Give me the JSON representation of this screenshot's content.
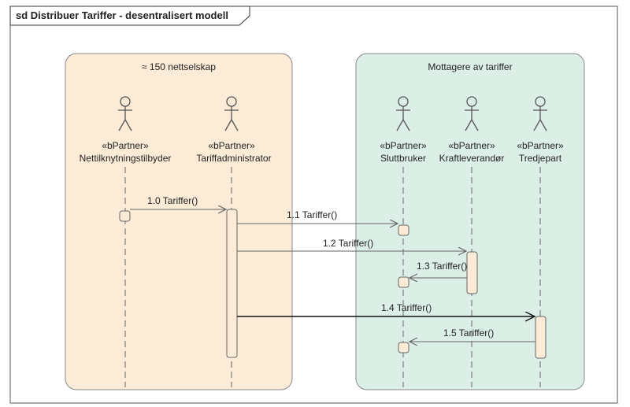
{
  "frame": {
    "title": "sd Distribuer Tariffer - desentralisert modell"
  },
  "groups": [
    {
      "id": "g1",
      "label": "≈ 150 nettselskap",
      "fill": "#fcebd6",
      "stroke": "#8a8a8a"
    },
    {
      "id": "g2",
      "label": "Mottagere av tariffer",
      "fill": "#dcefe6",
      "stroke": "#8a8a8a"
    }
  ],
  "lifelines": [
    {
      "id": "l1",
      "stereotype": "«bPartner»",
      "name": "Nettilknytningstilbyder"
    },
    {
      "id": "l2",
      "stereotype": "«bPartner»",
      "name": "Tariffadministrator"
    },
    {
      "id": "l3",
      "stereotype": "«bPartner»",
      "name": "Sluttbruker"
    },
    {
      "id": "l4",
      "stereotype": "«bPartner»",
      "name": "Kraftleverandør"
    },
    {
      "id": "l5",
      "stereotype": "«bPartner»",
      "name": "Tredjepart"
    }
  ],
  "messages": [
    {
      "id": "m1",
      "label": "1.0 Tariffer()",
      "from": "l1",
      "to": "l2"
    },
    {
      "id": "m2",
      "label": "1.1 Tariffer()",
      "from": "l2",
      "to": "l3"
    },
    {
      "id": "m3",
      "label": "1.2 Tariffer()",
      "from": "l2",
      "to": "l4"
    },
    {
      "id": "m4",
      "label": "1.3 Tariffer()",
      "from": "l4",
      "to": "l3"
    },
    {
      "id": "m5",
      "label": "1.4 Tariffer()",
      "from": "l2",
      "to": "l5"
    },
    {
      "id": "m6",
      "label": "1.5 Tariffer()",
      "from": "l5",
      "to": "l3"
    }
  ],
  "colors": {
    "activation_fill": "#fcebd6",
    "line": "#7a7a7a",
    "frame_stroke": "#555555"
  }
}
